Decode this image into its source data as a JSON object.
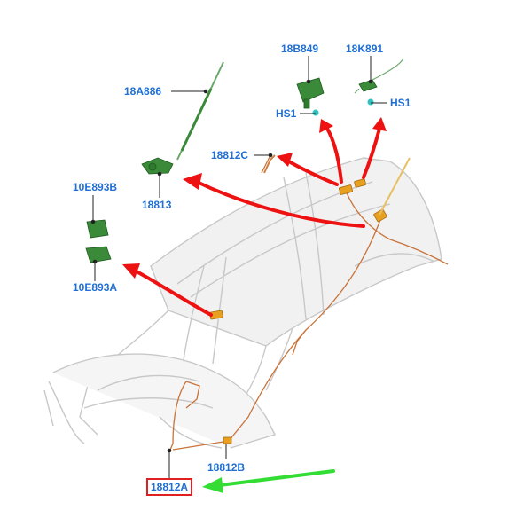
{
  "labels": {
    "p18A886": "18A886",
    "p18B849": "18B849",
    "p18K891": "18K891",
    "hs1_left": "HS1",
    "hs1_right": "HS1",
    "p18812C": "18812C",
    "p18813": "18813",
    "p10E893B": "10E893B",
    "p10E893A": "10E893A",
    "p18812B": "18812B",
    "p18812A": "18812A"
  },
  "colors": {
    "label_text": "#1f6fd6",
    "highlight_box": "#e02020",
    "red_arrow": "#ee1111",
    "green_arrow": "#33dd33",
    "harness_wire": "#c8733a",
    "component_green": "#3a8a3a",
    "connector_yellow": "#e8a020",
    "body_outline": "#c8c8c8"
  }
}
